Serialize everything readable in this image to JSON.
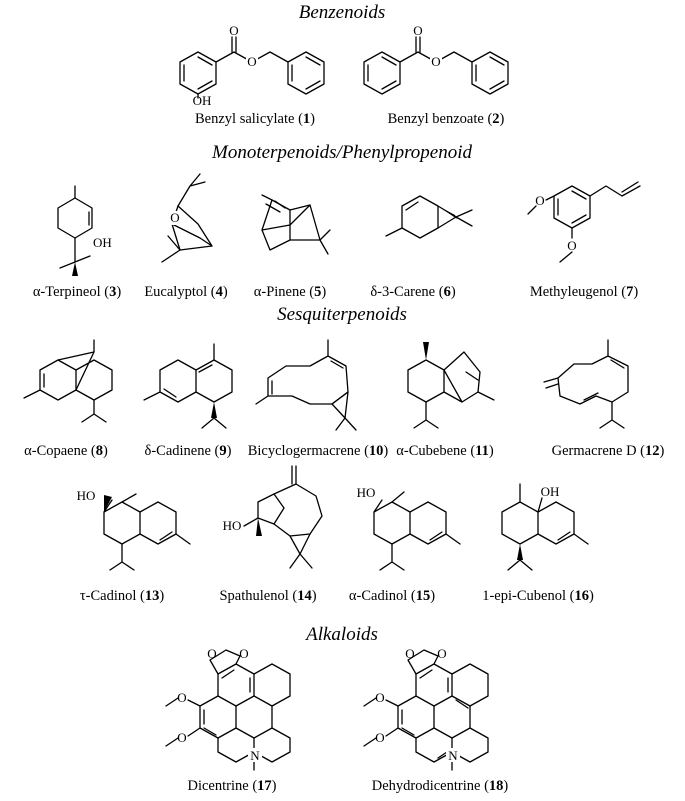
{
  "sections": {
    "benzenoids": "Benzenoids",
    "monoterpenoids": "Monoterpenoids/Phenylpropenoid",
    "sesquiterpenoids": "Sesquiterpenoids",
    "alkaloids": "Alkaloids"
  },
  "atoms": {
    "O": "O",
    "OH": "OH",
    "HO": "HO",
    "N": "N"
  },
  "compounds": [
    {
      "name": "Benzyl salicylate (",
      "num": "1",
      "close": ")"
    },
    {
      "name": "Benzyl benzoate (",
      "num": "2",
      "close": ")"
    },
    {
      "name": "α-Terpineol (",
      "num": "3",
      "close": ")"
    },
    {
      "name": "Eucalyptol (",
      "num": "4",
      "close": ")"
    },
    {
      "name": "α-Pinene (",
      "num": "5",
      "close": ")"
    },
    {
      "name": "δ-3-Carene (",
      "num": "6",
      "close": ")"
    },
    {
      "name": "Methyleugenol (",
      "num": "7",
      "close": ")"
    },
    {
      "name": "α-Copaene (",
      "num": "8",
      "close": ")"
    },
    {
      "name": "δ-Cadinene (",
      "num": "9",
      "close": ")"
    },
    {
      "name": "Bicyclogermacrene (",
      "num": "10",
      "close": ")"
    },
    {
      "name": "α-Cubebene (",
      "num": "11",
      "close": ")"
    },
    {
      "name": "Germacrene D (",
      "num": "12",
      "close": ")"
    },
    {
      "name": "τ-Cadinol (",
      "num": "13",
      "close": ")"
    },
    {
      "name": "Spathulenol (",
      "num": "14",
      "close": ")"
    },
    {
      "name": "α-Cadinol (",
      "num": "15",
      "close": ")"
    },
    {
      "name": "1-epi-Cubenol (",
      "num": "16",
      "close": ")"
    },
    {
      "name": "Dicentrine (",
      "num": "17",
      "close": ")"
    },
    {
      "name": "Dehydrodicentrine (",
      "num": "18",
      "close": ")"
    }
  ]
}
